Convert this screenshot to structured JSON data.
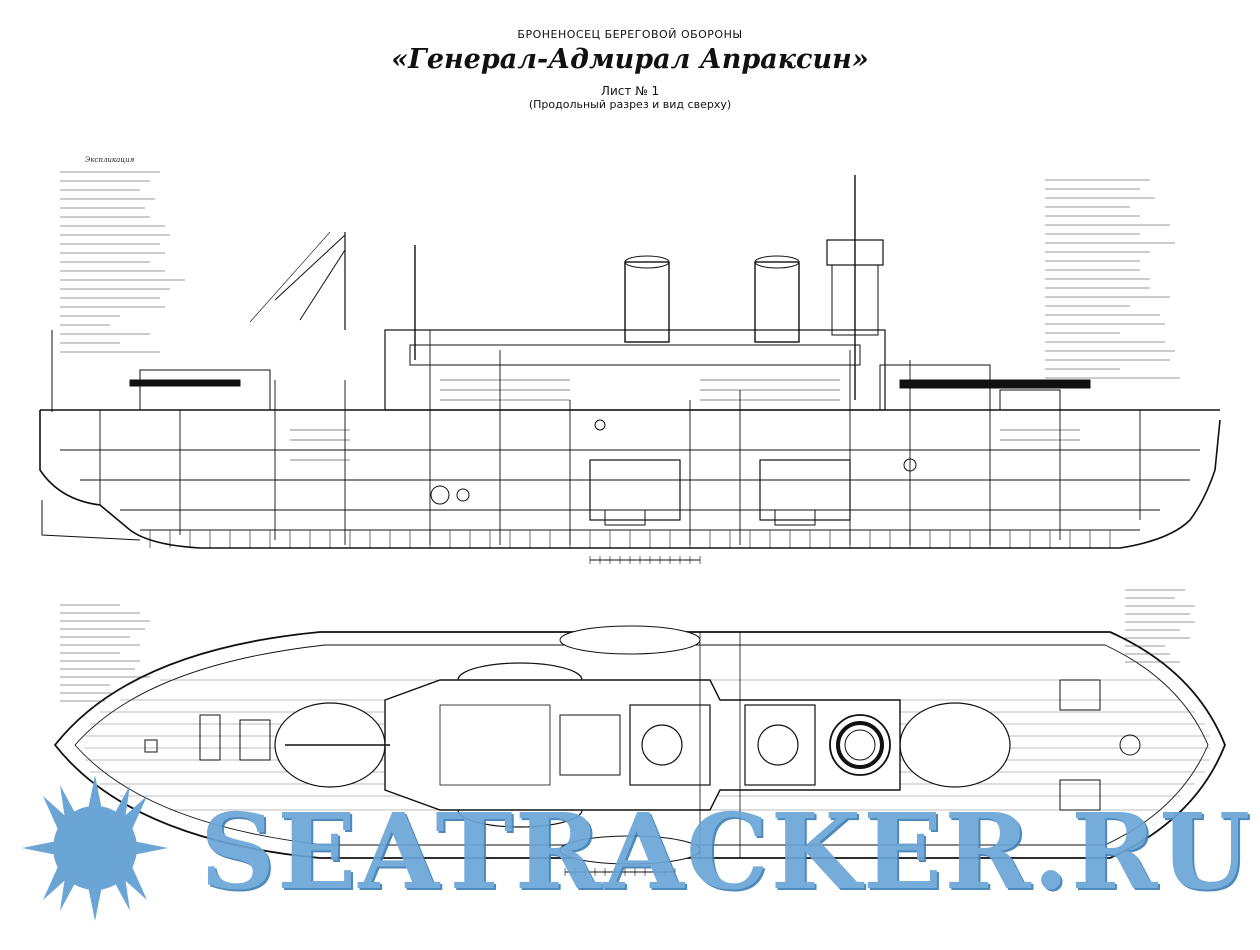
{
  "header": {
    "subtitle": "БРОНЕНОСЕЦ БЕРЕГОВОЙ ОБОРОНЫ",
    "title": "«Генерал-Адмирал Апраксин»",
    "sheet": "Лист № 1",
    "sheet_note": "(Продольный разрез и вид сверху)"
  },
  "legend_heading": "Экспликация",
  "watermark": {
    "text": "SEATRACKER.RU",
    "color": "#6aa5d6"
  },
  "colors": {
    "ink": "#111111",
    "watermark_blue": "#6aa5d6"
  }
}
